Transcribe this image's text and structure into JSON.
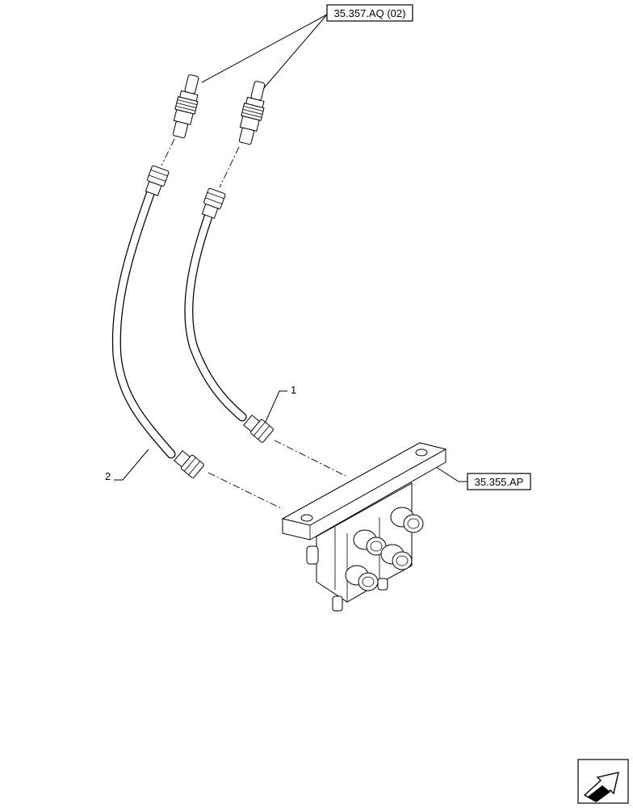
{
  "references": {
    "top_ref": "35.357.AQ (02)",
    "right_ref": "35.355.AP"
  },
  "items": {
    "item1": "1",
    "item2": "2"
  },
  "nav": {
    "icon": "arrow-icon"
  }
}
